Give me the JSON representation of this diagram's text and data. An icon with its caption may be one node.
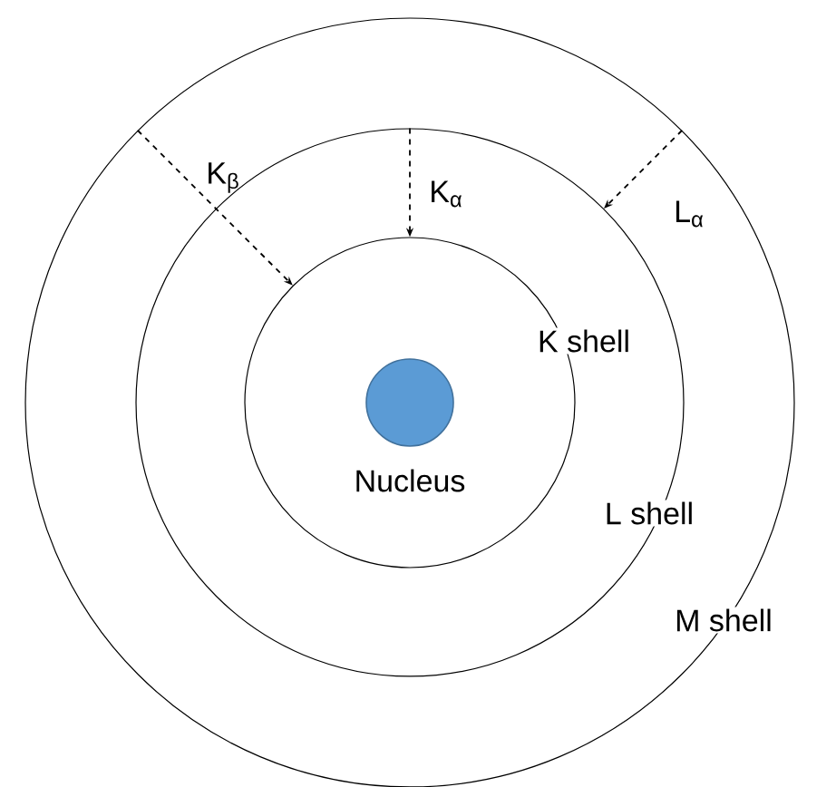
{
  "diagram": {
    "nodes": [
      {
        "text": [
          "M shell"
        ]
      },
      {
        "text": [
          "L shell"
        ],
        "in": 0
      },
      {
        "text": [
          "K shell"
        ],
        "in": 1
      },
      {
        "text": [
          "Nucleus"
        ],
        "in": 2
      }
    ],
    "edges": [
      {
        "from": 0,
        "to": 2,
        "arrow": "to",
        "label": "K$_{β}$",
        "style": "dashed"
      },
      {
        "from": 1,
        "to": 2,
        "arrow": "to",
        "label": "K$_{α}$",
        "style": "dashed"
      },
      {
        "from": 0,
        "to": 1,
        "arrow": "to",
        "label": "L$_{α}$",
        "style": "dashed"
      }
    ]
  }
}
